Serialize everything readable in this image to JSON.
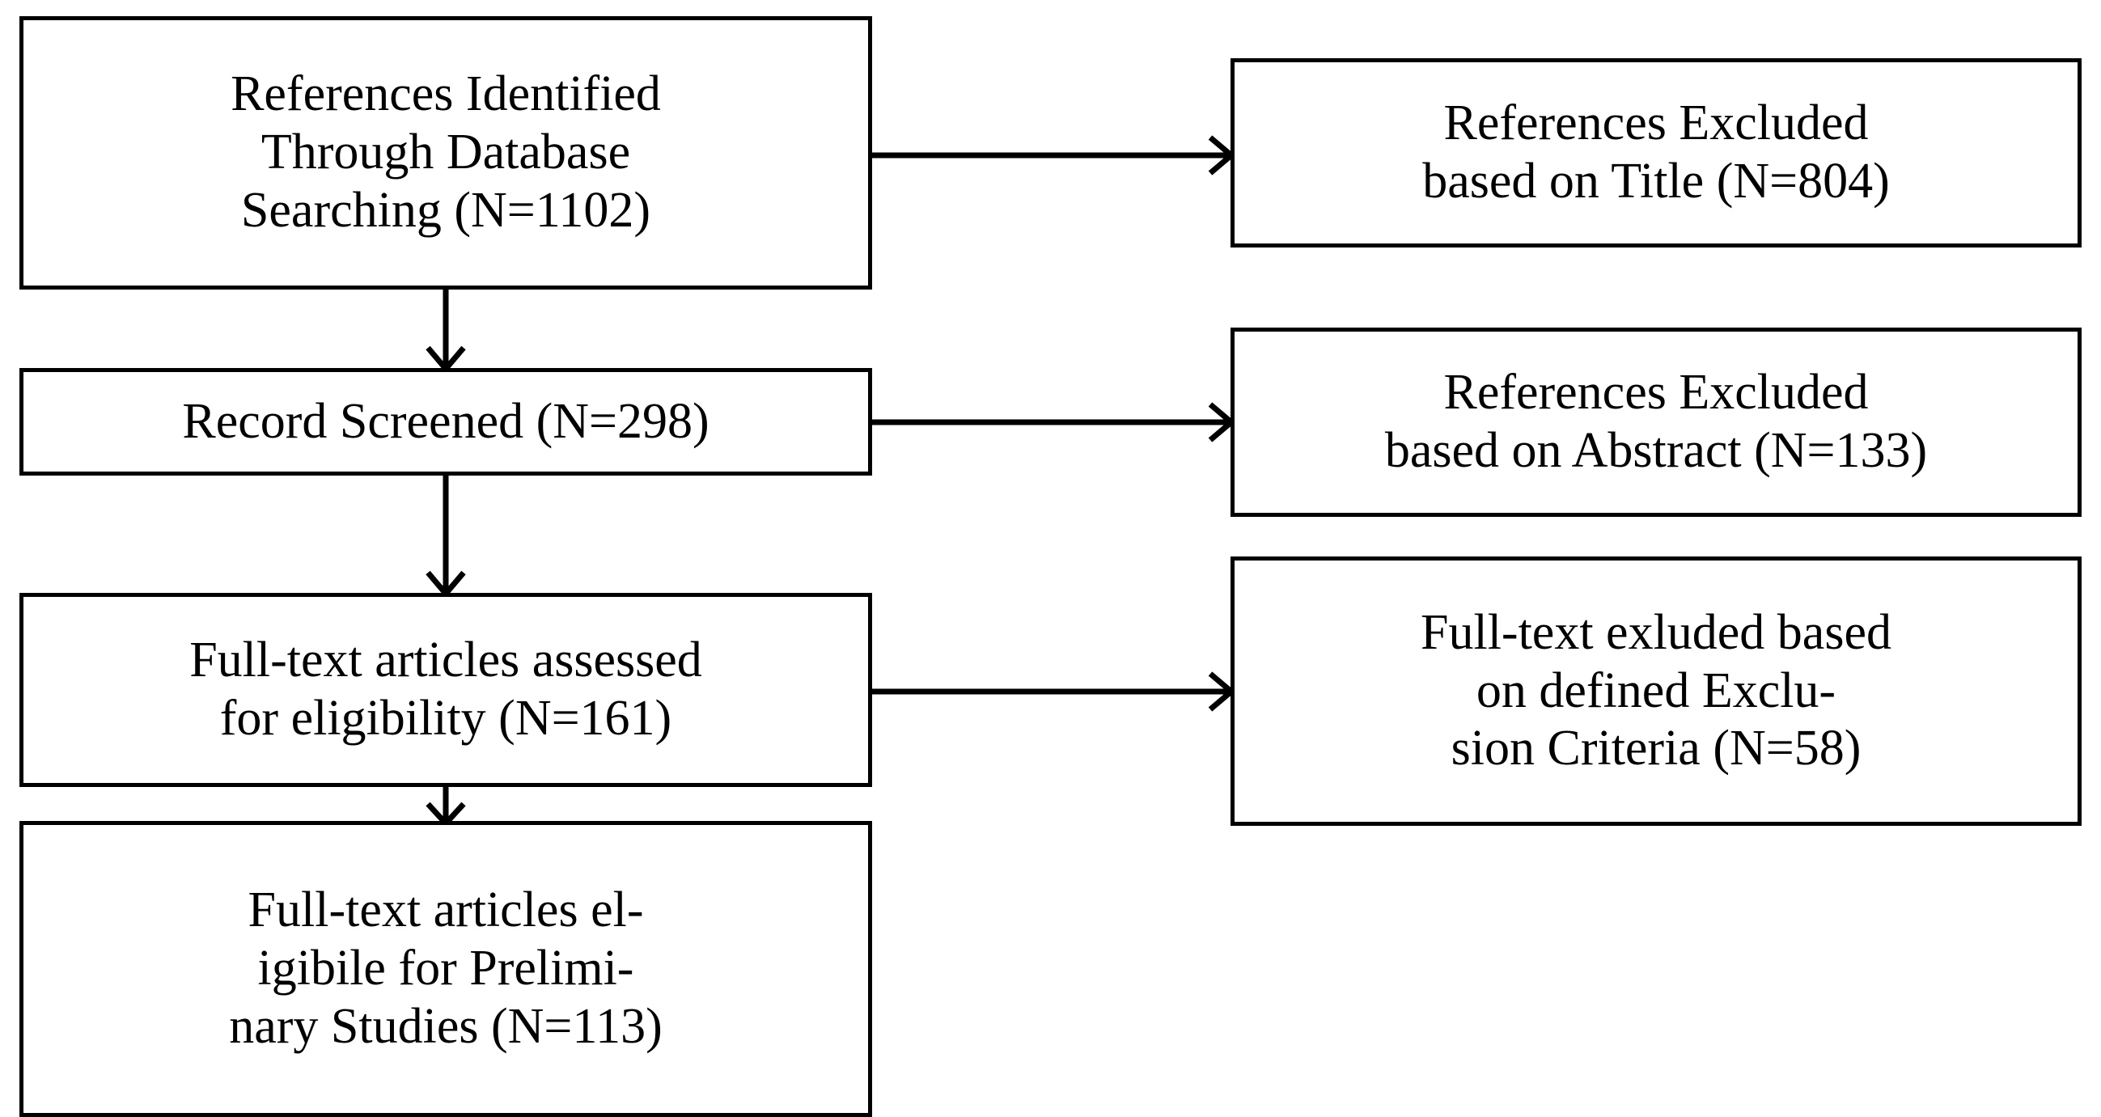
{
  "diagram": {
    "type": "prisma-flow-diagram",
    "title": "",
    "background_color": "#ffffff",
    "line_color": "#000000",
    "text_color": "#000000",
    "nodes": [
      {
        "id": "identified",
        "column": "left",
        "label": "References Identified\nThrough Database\nSearching (N=1102)",
        "count": 1102
      },
      {
        "id": "screened",
        "column": "left",
        "label": "Record Screened (N=298)",
        "count": 298
      },
      {
        "id": "assessed",
        "column": "left",
        "label": "Full-text articles assessed\nfor eligibility (N=161)",
        "count": 161
      },
      {
        "id": "eligible",
        "column": "left",
        "label": "Full-text articles el-\nigibile for Prelimi-\nnary Studies (N=113)",
        "count": 113
      },
      {
        "id": "excluded_title",
        "column": "right",
        "label": "References Excluded\nbased on Title (N=804)",
        "count": 804
      },
      {
        "id": "excluded_abstract",
        "column": "right",
        "label": "References Excluded\nbased on Abstract (N=133)",
        "count": 133
      },
      {
        "id": "excluded_criteria",
        "column": "right",
        "label": "Full-text exluded based\non defined Exclu-\nsion Criteria (N=58)",
        "count": 58
      }
    ],
    "edges": [
      {
        "id": "identified-to-excluded-title",
        "from": "identified",
        "to": "excluded_title",
        "direction": "right"
      },
      {
        "id": "identified-to-screened",
        "from": "identified",
        "to": "screened",
        "direction": "down"
      },
      {
        "id": "screened-to-excluded-abstract",
        "from": "screened",
        "to": "excluded_abstract",
        "direction": "right"
      },
      {
        "id": "screened-to-assessed",
        "from": "screened",
        "to": "assessed",
        "direction": "down"
      },
      {
        "id": "assessed-to-excluded-criteria",
        "from": "assessed",
        "to": "excluded_criteria",
        "direction": "right"
      },
      {
        "id": "assessed-to-eligible",
        "from": "assessed",
        "to": "eligible",
        "direction": "down"
      }
    ]
  }
}
